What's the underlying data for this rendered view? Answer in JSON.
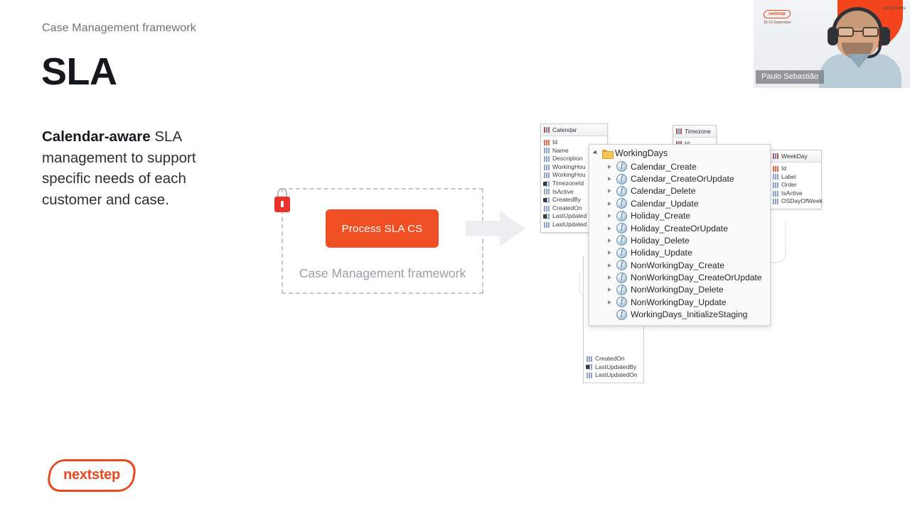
{
  "slide": {
    "eyebrow": "Case Management framework",
    "title": "SLA",
    "lead_bold": "Calendar-aware",
    "lead_rest": " SLA management to support specific needs of each customer and case.",
    "brand_color": "#e8491d",
    "accent_color": "#f04e23"
  },
  "diagram": {
    "process_label": "Process SLA CS",
    "container_caption": "Case Management framework",
    "lock_icon": "padlock-icon",
    "flow_icon": "right-arrow-icon"
  },
  "er": {
    "calendar": {
      "title": "Calendar",
      "fields": [
        {
          "name": "Id",
          "kind": "pk"
        },
        {
          "name": "Name",
          "kind": "col"
        },
        {
          "name": "Description",
          "kind": "col"
        },
        {
          "name": "WorkingHou",
          "kind": "col"
        },
        {
          "name": "WorkingHou",
          "kind": "col"
        },
        {
          "name": "TimezoneId",
          "kind": "fk"
        },
        {
          "name": "IsActive",
          "kind": "col"
        },
        {
          "name": "CreatedBy",
          "kind": "fk"
        },
        {
          "name": "CreatedOn",
          "kind": "col"
        },
        {
          "name": "LastUpdated",
          "kind": "fk"
        },
        {
          "name": "LastUpdated",
          "kind": "col"
        }
      ]
    },
    "timezone": {
      "title": "Timezone",
      "fields": [
        {
          "name": "Id",
          "kind": "multi"
        }
      ]
    },
    "weekday": {
      "title": "WeekDay",
      "fields": [
        {
          "name": "Id",
          "kind": "pk"
        },
        {
          "name": "Label",
          "kind": "col"
        },
        {
          "name": "Order",
          "kind": "col"
        },
        {
          "name": "IsActive",
          "kind": "col"
        },
        {
          "name": "OSDayOfWeek",
          "kind": "col"
        }
      ]
    },
    "hidden_table": {
      "title": "",
      "fields": [
        {
          "name": "CreatedOn",
          "kind": "col"
        },
        {
          "name": "LastUpdatedBy",
          "kind": "fk"
        },
        {
          "name": "LastUpdatedOn",
          "kind": "col"
        }
      ]
    }
  },
  "popup": {
    "folder_label": "WorkingDays",
    "folder_icon": "folder-icon",
    "collapse_icon": "triangle-down-icon",
    "operations": [
      {
        "label": "Calendar_Create",
        "expandable": true
      },
      {
        "label": "Calendar_CreateOrUpdate",
        "expandable": true
      },
      {
        "label": "Calendar_Delete",
        "expandable": true
      },
      {
        "label": "Calendar_Update",
        "expandable": true
      },
      {
        "label": "Holiday_Create",
        "expandable": true
      },
      {
        "label": "Holiday_CreateOrUpdate",
        "expandable": true
      },
      {
        "label": "Holiday_Delete",
        "expandable": true
      },
      {
        "label": "Holiday_Update",
        "expandable": true
      },
      {
        "label": "NonWorkingDay_Create",
        "expandable": true
      },
      {
        "label": "NonWorkingDay_CreateOrUpdate",
        "expandable": true
      },
      {
        "label": "NonWorkingDay_Delete",
        "expandable": true
      },
      {
        "label": "NonWorkingDay_Update",
        "expandable": true
      },
      {
        "label": "WorkingDays_InitializeStaging",
        "expandable": false
      }
    ]
  },
  "webcam": {
    "presenter_name": "Paulo Sebastião",
    "logo_text": "nextstep",
    "logo_date": "15-16 September",
    "partner_text": "outsystems"
  },
  "footer": {
    "logo_text": "nextstep"
  }
}
